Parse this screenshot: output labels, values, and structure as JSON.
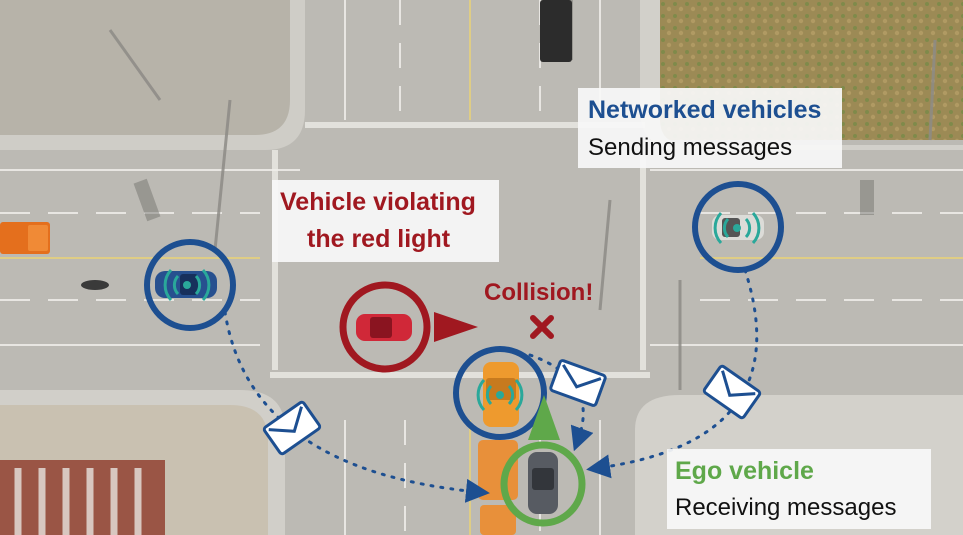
{
  "labels": {
    "networked_title": "Networked vehicles",
    "networked_sub": "Sending messages",
    "violating_line1": "Vehicle violating",
    "violating_line2": "the red light",
    "collision": "Collision!",
    "ego_title": "Ego vehicle",
    "ego_sub": "Receiving messages"
  },
  "colors": {
    "networked": "#1d4f91",
    "violating": "#a01820",
    "ego": "#5fa84a",
    "message_icon": "#1d4f91"
  },
  "icons": [
    "wireless-signal-icon",
    "envelope-icon",
    "collision-x-icon",
    "arrow-icon"
  ]
}
